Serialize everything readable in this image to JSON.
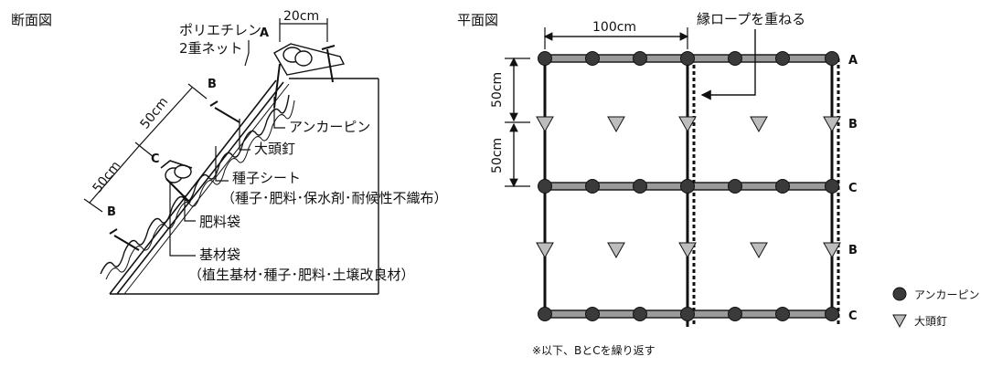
{
  "cross_section": {
    "title": "断面図",
    "labels": {
      "net_line1": "ポリエチレン",
      "net_line2": "2重ネット",
      "anchor_pin": "アンカーピン",
      "large_nail": "大頭釘",
      "seed_sheet": "種子シート",
      "seed_sheet_detail": "（種子･肥料･保水剤･耐候性不織布）",
      "fertilizer_bag": "肥料袋",
      "base_bag": "基材袋",
      "base_bag_detail": "（植生基材･種子･肥料･土壌改良材）"
    },
    "dims": {
      "top": "20cm",
      "upper_slope": "50cm",
      "lower_slope": "50cm"
    },
    "points": {
      "a": "A",
      "b1": "B",
      "c": "C",
      "b2": "B"
    }
  },
  "plan_view": {
    "title": "平面図",
    "dims": {
      "width": "100cm",
      "upper": "50cm",
      "lower": "50cm"
    },
    "overlap_label": "縁ロープを重ねる",
    "row_labels": [
      "A",
      "B",
      "C",
      "B",
      "C"
    ],
    "legend": {
      "anchor_pin": "アンカーピン",
      "large_nail": "大頭釘"
    },
    "note": "※以下、BとCを繰り返す"
  }
}
